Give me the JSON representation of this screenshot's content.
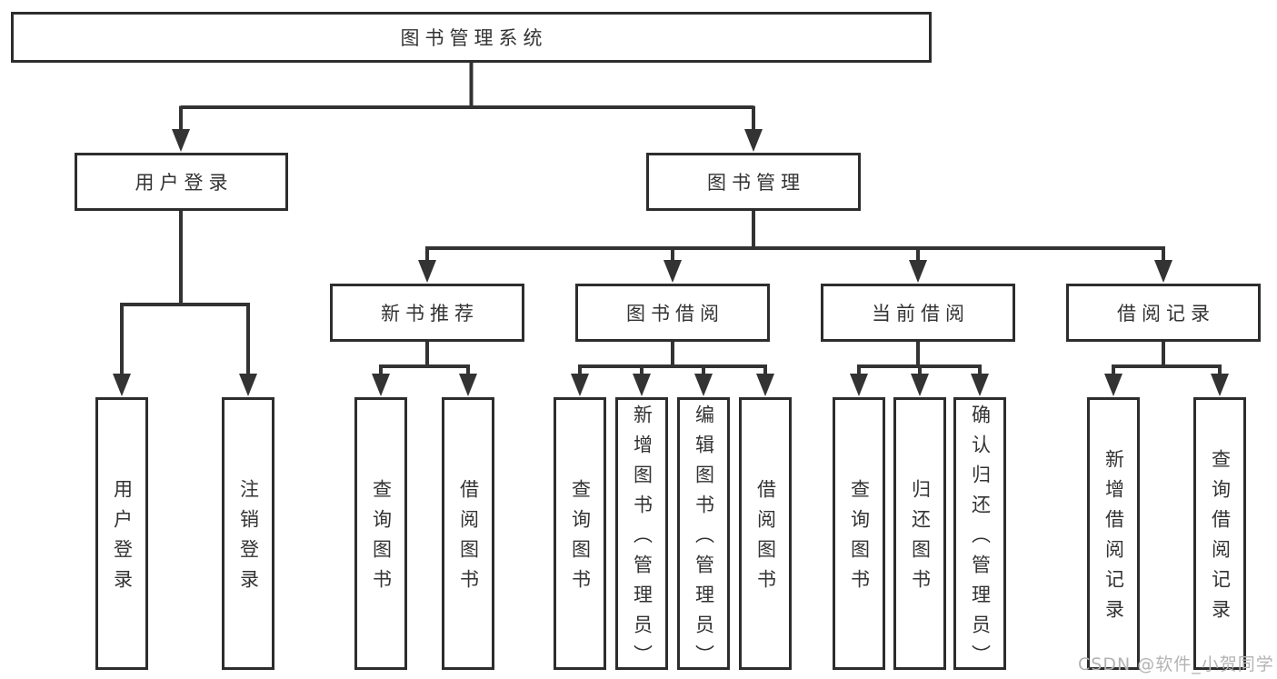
{
  "tree": {
    "label": "图书管理系统",
    "children": [
      {
        "label": "用户登录",
        "children": [
          {
            "label": "用户登录"
          },
          {
            "label": "注销登录"
          }
        ]
      },
      {
        "label": "图书管理",
        "children": [
          {
            "label": "新书推荐",
            "children": [
              {
                "label": "查询图书"
              },
              {
                "label": "借阅图书"
              }
            ]
          },
          {
            "label": "图书借阅",
            "children": [
              {
                "label": "查询图书"
              },
              {
                "label": "新增图书（管理员）"
              },
              {
                "label": "编辑图书（管理员）"
              },
              {
                "label": "借阅图书"
              }
            ]
          },
          {
            "label": "当前借阅",
            "children": [
              {
                "label": "查询图书"
              },
              {
                "label": "归还图书"
              },
              {
                "label": "确认归还（管理员）"
              }
            ]
          },
          {
            "label": "借阅记录",
            "children": [
              {
                "label": "新增借阅记录"
              },
              {
                "label": "查询借阅记录"
              }
            ]
          }
        ]
      }
    ]
  },
  "watermark": "CSDN @软件_小贺同学",
  "colors": {
    "line": "#333333",
    "border": "#2d2d2d",
    "text": "#333333",
    "background": "#ffffff",
    "watermark": "#b3b3b3"
  }
}
